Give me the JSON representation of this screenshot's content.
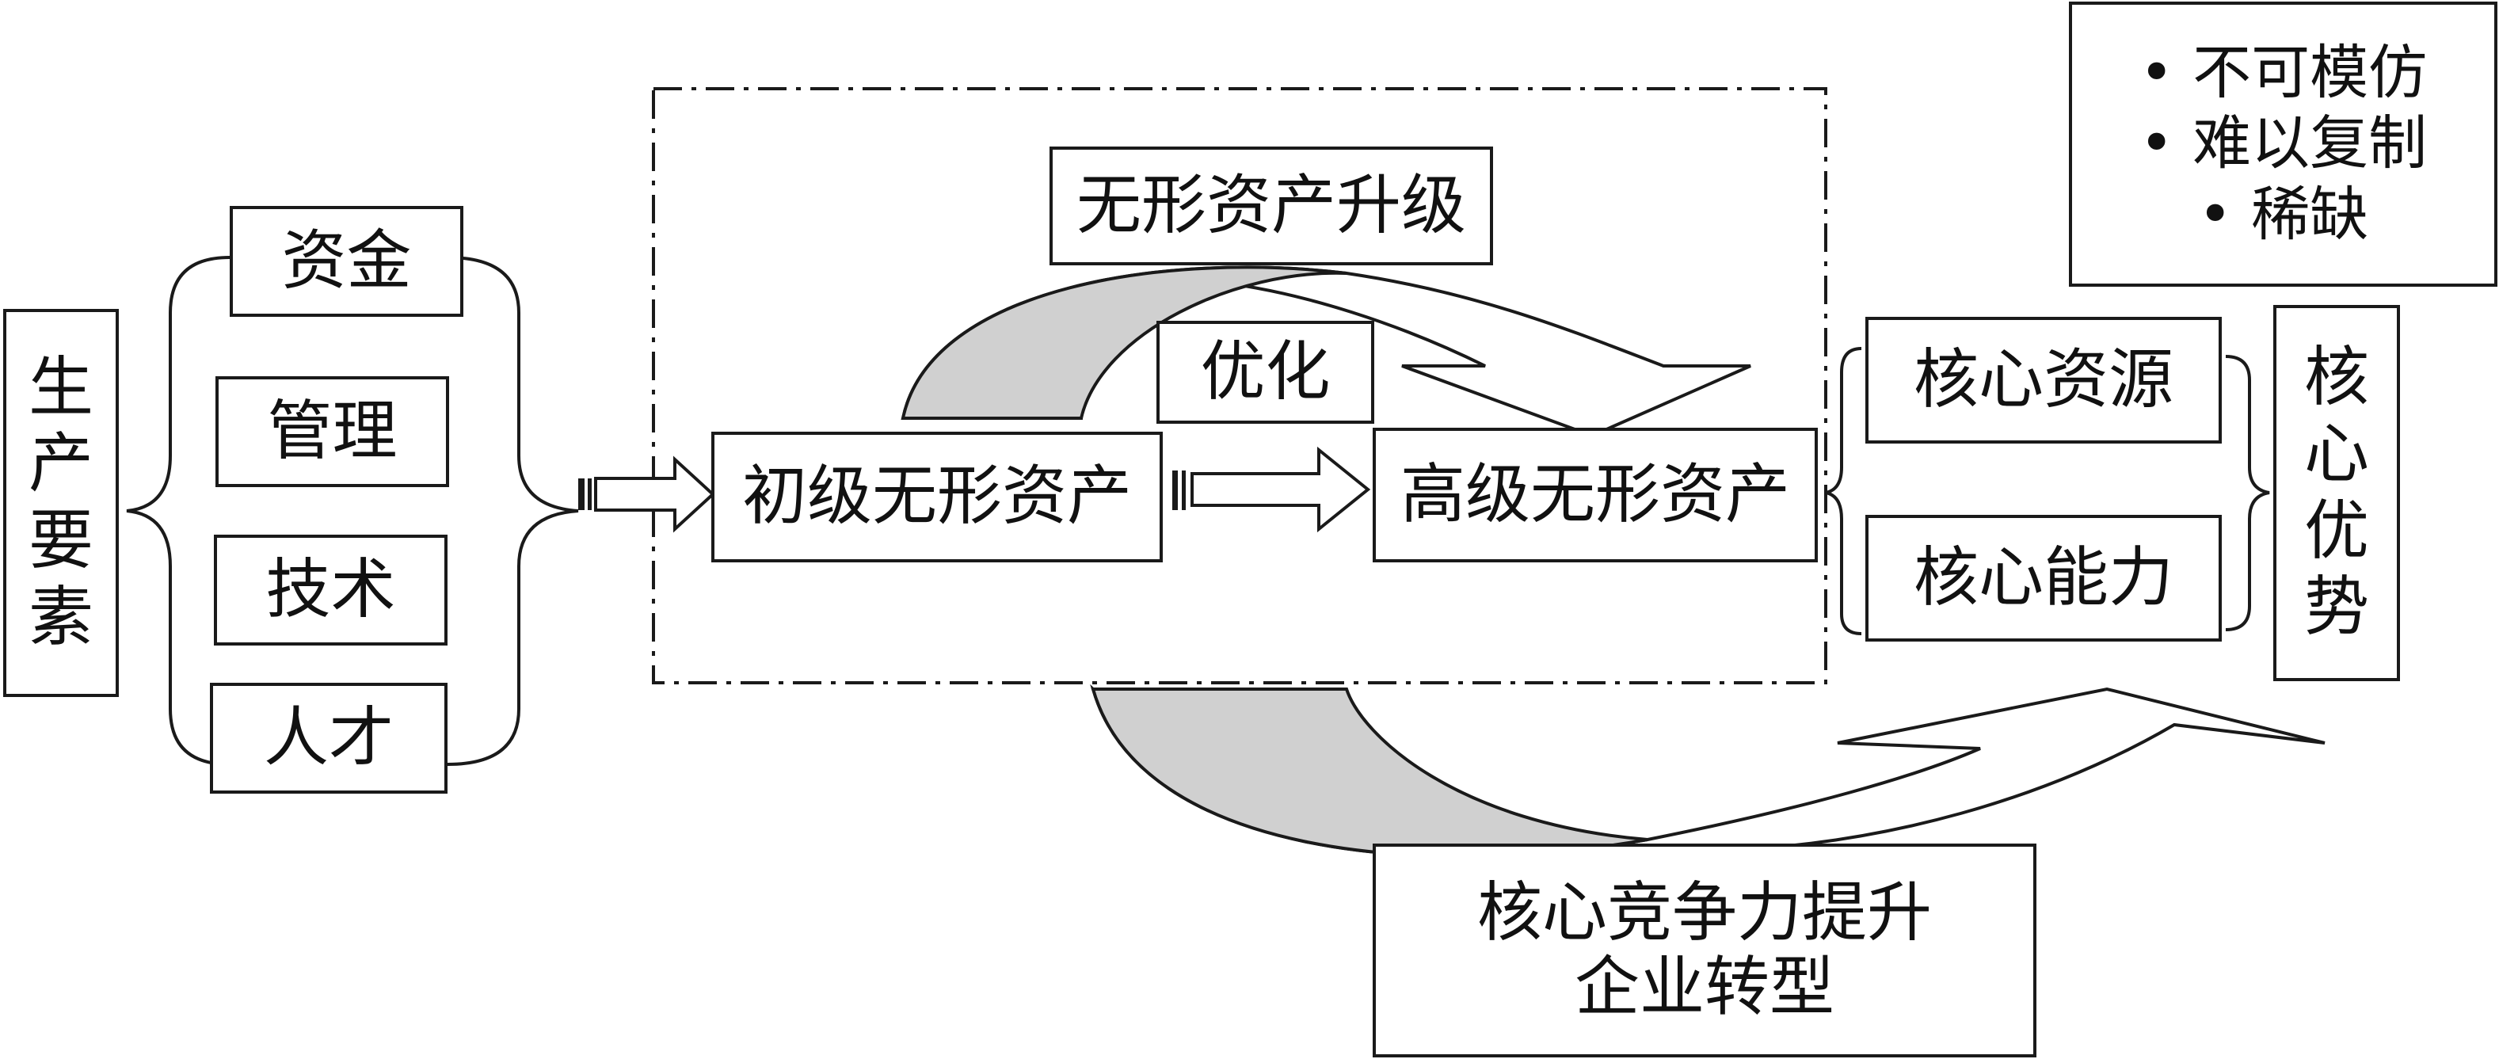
{
  "factors": {
    "title": "生产要素",
    "items": [
      "资金",
      "管理",
      "技术",
      "人才"
    ]
  },
  "center": {
    "upgrade_label": "无形资产升级",
    "optimize_label": "优化",
    "primary_asset": "初级无形资产",
    "advanced_asset": "高级无形资产"
  },
  "core": {
    "resources": "核心资源",
    "capabilities": "核心能力",
    "advantage": "核心优势"
  },
  "properties": [
    "• 不可模仿",
    "• 难以复制",
    "• 稀缺"
  ],
  "outcome": {
    "line1": "核心竞争力提升",
    "line2": "企业转型"
  },
  "colors": {
    "stroke": "#1a1a1a",
    "fill": "#ffffff",
    "arc_fill": "#d0d0d0"
  }
}
